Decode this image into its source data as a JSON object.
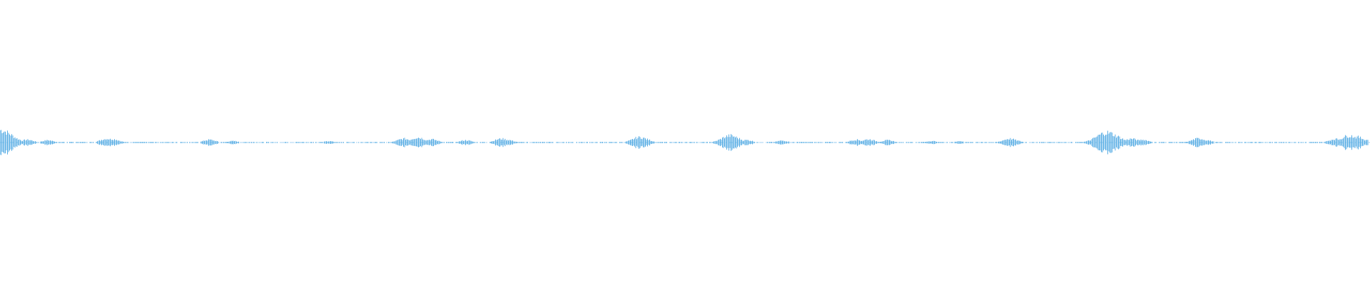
{
  "waveform": {
    "color": "#5aaee4",
    "description_note": "",
    "bursts": [
      {
        "t": 0.0,
        "level": 1.0
      },
      {
        "t": 0.004,
        "level": 0.7
      },
      {
        "t": 0.009,
        "level": 0.4
      },
      {
        "t": 0.02,
        "level": 0.22
      },
      {
        "t": 0.035,
        "level": 0.18
      },
      {
        "t": 0.078,
        "level": 0.3
      },
      {
        "t": 0.082,
        "level": 0.28
      },
      {
        "t": 0.153,
        "level": 0.22
      },
      {
        "t": 0.17,
        "level": 0.12
      },
      {
        "t": 0.24,
        "level": 0.1
      },
      {
        "t": 0.295,
        "level": 0.3
      },
      {
        "t": 0.305,
        "level": 0.4
      },
      {
        "t": 0.315,
        "level": 0.25
      },
      {
        "t": 0.34,
        "level": 0.18
      },
      {
        "t": 0.366,
        "level": 0.3
      },
      {
        "t": 0.37,
        "level": 0.22
      },
      {
        "t": 0.467,
        "level": 0.42
      },
      {
        "t": 0.47,
        "level": 0.3
      },
      {
        "t": 0.533,
        "level": 0.55
      },
      {
        "t": 0.536,
        "level": 0.4
      },
      {
        "t": 0.545,
        "level": 0.2
      },
      {
        "t": 0.571,
        "level": 0.15
      },
      {
        "t": 0.625,
        "level": 0.22
      },
      {
        "t": 0.634,
        "level": 0.25
      },
      {
        "t": 0.648,
        "level": 0.18
      },
      {
        "t": 0.68,
        "level": 0.12
      },
      {
        "t": 0.7,
        "level": 0.1
      },
      {
        "t": 0.737,
        "level": 0.3
      },
      {
        "t": 0.74,
        "level": 0.2
      },
      {
        "t": 0.805,
        "level": 0.55
      },
      {
        "t": 0.808,
        "level": 0.8
      },
      {
        "t": 0.812,
        "level": 0.6
      },
      {
        "t": 0.826,
        "level": 0.3
      },
      {
        "t": 0.834,
        "level": 0.22
      },
      {
        "t": 0.875,
        "level": 0.32
      },
      {
        "t": 0.88,
        "level": 0.2
      },
      {
        "t": 0.975,
        "level": 0.28
      },
      {
        "t": 0.985,
        "level": 0.55
      },
      {
        "t": 0.99,
        "level": 0.45
      },
      {
        "t": 0.998,
        "level": 0.22
      }
    ]
  }
}
